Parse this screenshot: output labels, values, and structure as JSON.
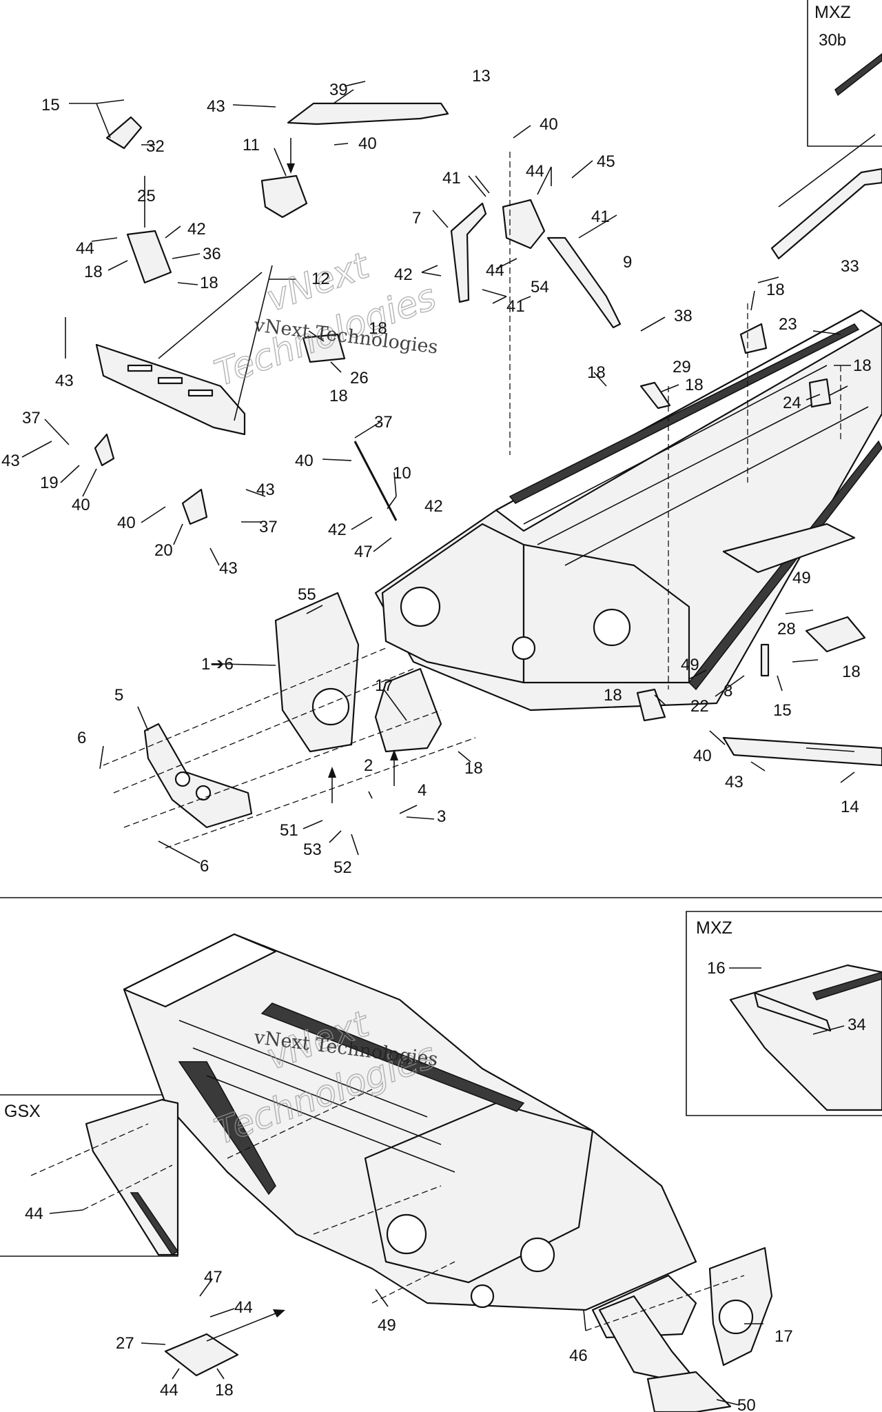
{
  "boxes": {
    "mxz_top": "MXZ",
    "mxz_top_callout": "30b",
    "mxz_bottom": "MXZ",
    "gsx": "GSX"
  },
  "watermark": {
    "line1": "vNext Technologies",
    "line2": "vNext",
    "line3": "Technologies"
  },
  "callouts": [
    {
      "id": "c15a",
      "text": "15"
    },
    {
      "id": "c32",
      "text": "32"
    },
    {
      "id": "c43a",
      "text": "43"
    },
    {
      "id": "c39",
      "text": "39"
    },
    {
      "id": "c13",
      "text": "13"
    },
    {
      "id": "c11",
      "text": "11"
    },
    {
      "id": "c40a",
      "text": "40"
    },
    {
      "id": "c40b",
      "text": "40"
    },
    {
      "id": "c44a",
      "text": "44"
    },
    {
      "id": "c45",
      "text": "45"
    },
    {
      "id": "c41a",
      "text": "41"
    },
    {
      "id": "c7",
      "text": "7"
    },
    {
      "id": "c41b",
      "text": "41"
    },
    {
      "id": "c9",
      "text": "9"
    },
    {
      "id": "c42a",
      "text": "42"
    },
    {
      "id": "c44b",
      "text": "44"
    },
    {
      "id": "c54",
      "text": "54"
    },
    {
      "id": "c41c",
      "text": "41"
    },
    {
      "id": "c38",
      "text": "38"
    },
    {
      "id": "c25",
      "text": "25"
    },
    {
      "id": "c44c",
      "text": "44"
    },
    {
      "id": "c42b",
      "text": "42"
    },
    {
      "id": "c36",
      "text": "36"
    },
    {
      "id": "c18a",
      "text": "18"
    },
    {
      "id": "c18b",
      "text": "18"
    },
    {
      "id": "c12",
      "text": "12"
    },
    {
      "id": "c18c",
      "text": "18"
    },
    {
      "id": "c26",
      "text": "26"
    },
    {
      "id": "c18d",
      "text": "18"
    },
    {
      "id": "c33",
      "text": "33"
    },
    {
      "id": "c18e",
      "text": "18"
    },
    {
      "id": "c23",
      "text": "23"
    },
    {
      "id": "c18f",
      "text": "18"
    },
    {
      "id": "c29",
      "text": "29"
    },
    {
      "id": "c18g",
      "text": "18"
    },
    {
      "id": "c18h",
      "text": "18"
    },
    {
      "id": "c24",
      "text": "24"
    },
    {
      "id": "c43b",
      "text": "43"
    },
    {
      "id": "c37a",
      "text": "37"
    },
    {
      "id": "c43c",
      "text": "43"
    },
    {
      "id": "c19",
      "text": "19"
    },
    {
      "id": "c40c",
      "text": "40"
    },
    {
      "id": "c37b",
      "text": "37"
    },
    {
      "id": "c40d",
      "text": "40"
    },
    {
      "id": "c10",
      "text": "10"
    },
    {
      "id": "c42c",
      "text": "42"
    },
    {
      "id": "c42d",
      "text": "42"
    },
    {
      "id": "c47a",
      "text": "47"
    },
    {
      "id": "c43d",
      "text": "43"
    },
    {
      "id": "c40e",
      "text": "40"
    },
    {
      "id": "c37c",
      "text": "37"
    },
    {
      "id": "c20",
      "text": "20"
    },
    {
      "id": "c43e",
      "text": "43"
    },
    {
      "id": "c55",
      "text": "55"
    },
    {
      "id": "c1to6",
      "text": "1➔6"
    },
    {
      "id": "c49a",
      "text": "49"
    },
    {
      "id": "c28",
      "text": "28"
    },
    {
      "id": "c18i",
      "text": "18"
    },
    {
      "id": "c49b",
      "text": "49"
    },
    {
      "id": "c5",
      "text": "5"
    },
    {
      "id": "c17a",
      "text": "17"
    },
    {
      "id": "c18j",
      "text": "18"
    },
    {
      "id": "c22",
      "text": "22"
    },
    {
      "id": "c8",
      "text": "8"
    },
    {
      "id": "c15b",
      "text": "15"
    },
    {
      "id": "c6a",
      "text": "6"
    },
    {
      "id": "c18k",
      "text": "18"
    },
    {
      "id": "c40f",
      "text": "40"
    },
    {
      "id": "c43f",
      "text": "43"
    },
    {
      "id": "c2",
      "text": "2"
    },
    {
      "id": "c4",
      "text": "4"
    },
    {
      "id": "c3",
      "text": "3"
    },
    {
      "id": "c14",
      "text": "14"
    },
    {
      "id": "c51",
      "text": "51"
    },
    {
      "id": "c53",
      "text": "53"
    },
    {
      "id": "c52",
      "text": "52"
    },
    {
      "id": "c6b",
      "text": "6"
    },
    {
      "id": "c16",
      "text": "16"
    },
    {
      "id": "c34",
      "text": "34"
    },
    {
      "id": "c44d",
      "text": "44"
    },
    {
      "id": "c47b",
      "text": "47"
    },
    {
      "id": "c44e",
      "text": "44"
    },
    {
      "id": "c27",
      "text": "27"
    },
    {
      "id": "c49c",
      "text": "49"
    },
    {
      "id": "c46",
      "text": "46"
    },
    {
      "id": "c17b",
      "text": "17"
    },
    {
      "id": "c44f",
      "text": "44"
    },
    {
      "id": "c18l",
      "text": "18"
    },
    {
      "id": "c50",
      "text": "50"
    }
  ]
}
